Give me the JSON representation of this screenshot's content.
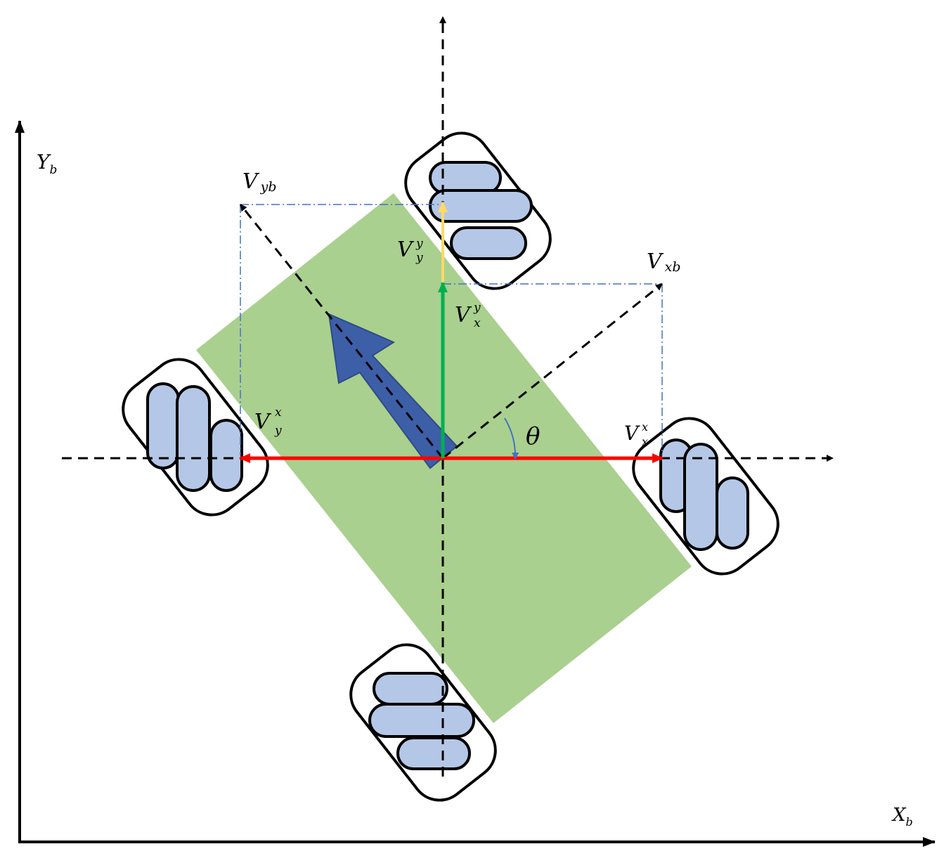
{
  "labels": {
    "x_axis": "X",
    "x_axis_sub": "b",
    "y_axis": "Y",
    "y_axis_sub": "b",
    "vyb": "V",
    "vyb_sub": "yb",
    "vxb": "V",
    "vxb_sub": "xb",
    "vyy": "V",
    "vyy_sup": "y",
    "vyy_sub": "y",
    "vxy": "V",
    "vxy_sup": "y",
    "vxy_sub": "x",
    "vyx": "V",
    "vyx_sup": "x",
    "vyx_sub": "y",
    "vxx": "V",
    "vxx_sup": "x",
    "vxx_sub": "x",
    "theta": "θ"
  },
  "colors": {
    "body": "#a9d08e",
    "heading_arrow": "#3c5fa8",
    "red_vector": "#ff0000",
    "green_vector": "#00b050",
    "yellow_vector": "#ffd966",
    "roller": "#b4c7e7",
    "projection_lines": "#4472c4",
    "axes": "#000000"
  }
}
